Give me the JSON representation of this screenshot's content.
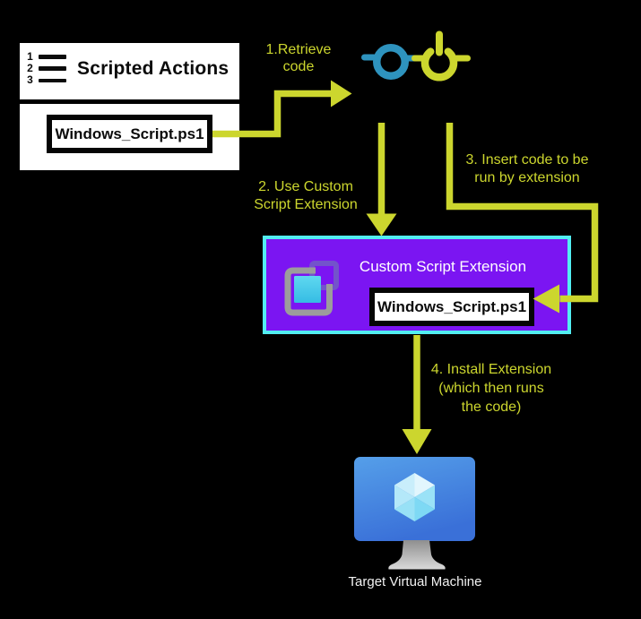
{
  "colors": {
    "background": "#000000",
    "accent_yellow": "#ccd62e",
    "accent_blue": "#2e93be",
    "purple_fill": "#7b15f2",
    "cyan_border": "#52eef2",
    "panel_white": "#ffffff",
    "icon_gray": "#9c9c9c",
    "icon_violet": "#7353cb",
    "vm_screen_top": "#559fe9",
    "vm_screen_bottom": "#3a70d8"
  },
  "source_panel": {
    "title": "Scripted Actions",
    "file_label": "Windows_Script.ps1",
    "list_numbers": [
      "1",
      "2",
      "3"
    ]
  },
  "steps": {
    "step1": {
      "line1": "1.Retrieve",
      "line2": "code"
    },
    "step2": {
      "line1": "2. Use Custom",
      "line2": "Script Extension"
    },
    "step3": {
      "line1": "3. Insert code to be",
      "line2": "run by extension"
    },
    "step4": {
      "line1": "4. Install Extension",
      "line2": "(which then runs",
      "line3": "the code)"
    }
  },
  "extension_panel": {
    "title": "Custom Script Extension",
    "file_label": "Windows_Script.ps1"
  },
  "vm": {
    "label": "Target Virtual Machine"
  }
}
